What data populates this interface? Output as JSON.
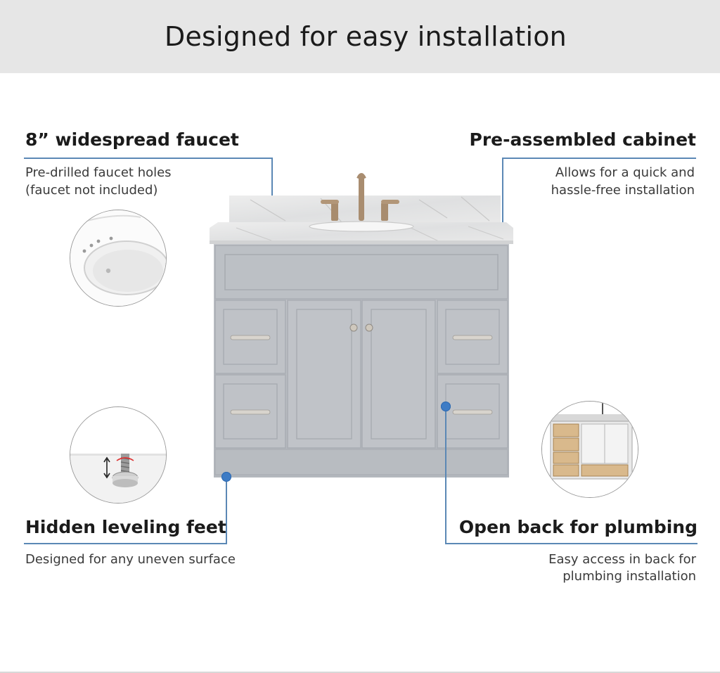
{
  "header": {
    "title": "Designed for easy installation"
  },
  "features": {
    "faucet": {
      "title": "8” widespread faucet",
      "desc_lines": [
        "Pre-drilled faucet holes",
        "(faucet not included)"
      ]
    },
    "cabinet": {
      "title": "Pre-assembled cabinet",
      "desc_lines": [
        "Allows for  a quick and",
        "hassle-free installation"
      ]
    },
    "feet": {
      "title": "Hidden leveling feet",
      "desc_lines": [
        "Designed for any uneven surface"
      ]
    },
    "plumbing": {
      "title": "Open back for plumbing",
      "desc_lines": [
        "Easy access in back for",
        "plumbing installation"
      ]
    }
  },
  "colors": {
    "banner_bg": "#e6e6e6",
    "accent_line": "#5b88b5",
    "marker_dot": "#3e7cc5",
    "cabinet_gray": "#b9bdc3",
    "countertop_marble": "#e4e4e4"
  },
  "icons": {
    "sink_detail": "sink-faucet-holes-icon",
    "leveling_foot": "leveling-foot-icon",
    "open_back": "open-back-cabinet-icon"
  }
}
